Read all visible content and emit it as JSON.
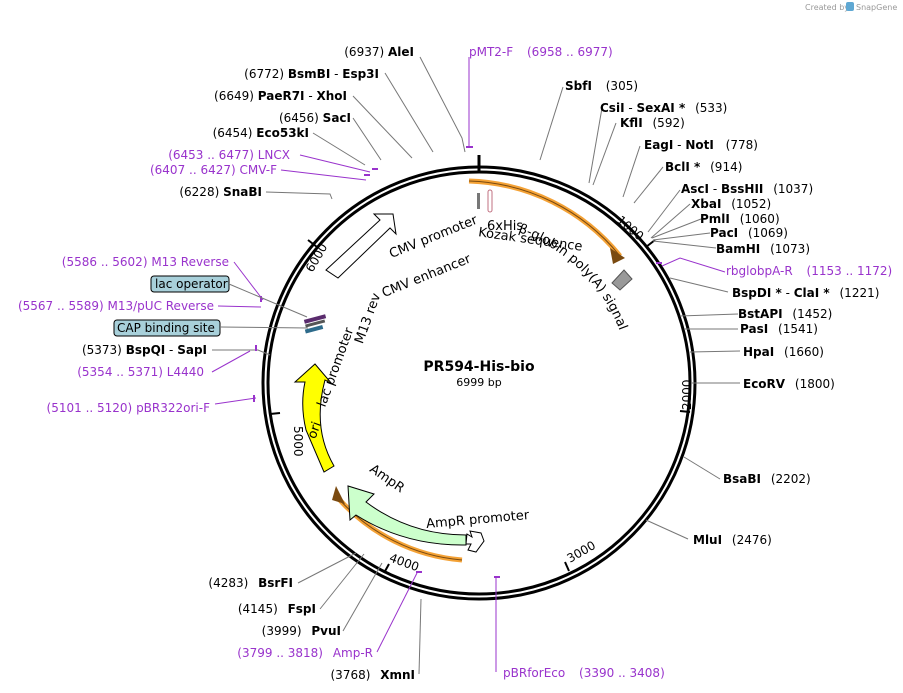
{
  "title": "PR594-His-bio",
  "length_label": "6999 bp",
  "credit": {
    "text": "Created by",
    "brand": "SnapGene"
  },
  "colors": {
    "primer": "#9933cc",
    "backbone": "#000000",
    "cds_outline": "#f4a236",
    "ampr": "#ccffcc",
    "ori": "#ffff00",
    "box": "#a8d0da"
  },
  "ticks": [
    "1000",
    "2000",
    "3000",
    "4000",
    "5000",
    "6000"
  ],
  "sites": {
    "AleI": {
      "name": "AleI",
      "pos": "(6937)"
    },
    "BsmBI": {
      "name": "BsmBI",
      "name2": "Esp3I",
      "pos": "(6772)"
    },
    "PaeR7I": {
      "name": "PaeR7I",
      "name2": "XhoI",
      "pos": "(6649)"
    },
    "SacI": {
      "name": "SacI",
      "pos": "(6456)"
    },
    "Eco53kI": {
      "name": "Eco53kI",
      "pos": "(6454)"
    },
    "SnaBI": {
      "name": "SnaBI",
      "pos": "(6228)"
    },
    "BspQI": {
      "name": "BspQI",
      "name2": "SapI",
      "pos": "(5373)"
    },
    "SbfI": {
      "name": "SbfI",
      "pos": "(305)"
    },
    "CsiI": {
      "name": "CsiI",
      "name2": "SexAI *",
      "pos": "(533)"
    },
    "KflI": {
      "name": "KflI",
      "pos": "(592)"
    },
    "EagI": {
      "name": "EagI",
      "name2": "NotI",
      "pos": "(778)"
    },
    "BclI": {
      "name": "BclI *",
      "pos": "(914)"
    },
    "AscI": {
      "name": "AscI",
      "name2": "BssHII",
      "pos": "(1037)"
    },
    "XbaI": {
      "name": "XbaI",
      "pos": "(1052)"
    },
    "PmlI": {
      "name": "PmlI",
      "pos": "(1060)"
    },
    "PacI": {
      "name": "PacI",
      "pos": "(1069)"
    },
    "BamHI": {
      "name": "BamHI",
      "pos": "(1073)"
    },
    "BspDI": {
      "name": "BspDI *",
      "name2": "ClaI *",
      "pos": "(1221)"
    },
    "BstAPI": {
      "name": "BstAPI",
      "pos": "(1452)"
    },
    "PasI": {
      "name": "PasI",
      "pos": "(1541)"
    },
    "HpaI": {
      "name": "HpaI",
      "pos": "(1660)"
    },
    "EcoRV": {
      "name": "EcoRV",
      "pos": "(1800)"
    },
    "BsaBI": {
      "name": "BsaBI",
      "pos": "(2202)"
    },
    "MluI": {
      "name": "MluI",
      "pos": "(2476)"
    },
    "BsrFI": {
      "name": "BsrFI",
      "pos": "(4283)"
    },
    "FspI": {
      "name": "FspI",
      "pos": "(4145)"
    },
    "PvuI": {
      "name": "PvuI",
      "pos": "(3999)"
    },
    "XmnI": {
      "name": "XmnI",
      "pos": "(3768)"
    }
  },
  "primers": {
    "pMT2F": {
      "name": "pMT2-F",
      "range": "(6958 .. 6977)"
    },
    "LNCX": {
      "name": "LNCX",
      "range": "(6453 .. 6477)"
    },
    "CMVF": {
      "name": "CMV-F",
      "range": "(6407 .. 6427)"
    },
    "M13Rev": {
      "name": "M13 Reverse",
      "range": "(5586 .. 5602)"
    },
    "M13pUC": {
      "name": "M13/pUC Reverse",
      "range": "(5567 .. 5589)"
    },
    "L4440": {
      "name": "L4440",
      "range": "(5354 .. 5371)"
    },
    "pBR322ori": {
      "name": "pBR322ori-F",
      "range": "(5101 .. 5120)"
    },
    "rbglob": {
      "name": "rbglobpA-R",
      "range": "(1153 .. 1172)"
    },
    "AmpR": {
      "name": "Amp-R",
      "range": "(3799 .. 3818)"
    },
    "pBRforEco": {
      "name": "pBRforEco",
      "range": "(3390 .. 3408)"
    }
  },
  "boxes": {
    "lac_operator": "lac operator",
    "cap_site": "CAP binding site"
  },
  "features": {
    "cmv_promoter": "CMV promoter",
    "cmv_enhancer": "CMV enhancer",
    "his": "6xHis",
    "kozak": "Kozak sequence",
    "globin": "β-globin poly(A) signal",
    "m13rev": "M13 rev",
    "lac_promoter": "lac promoter",
    "ori": "ori",
    "ampr": "AmpR",
    "ampr_promoter": "AmpR promoter"
  }
}
